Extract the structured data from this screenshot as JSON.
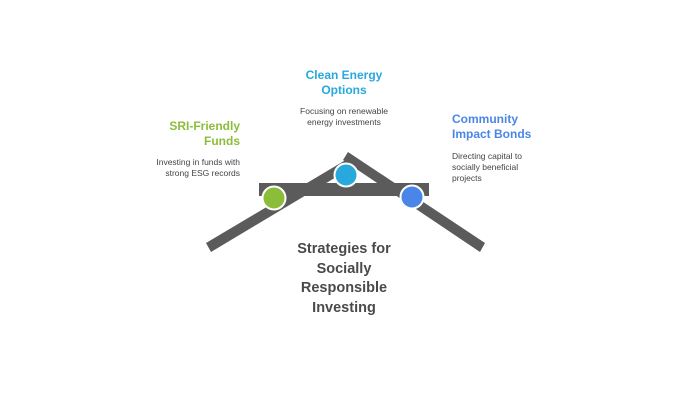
{
  "colors": {
    "beam": "#5b5b5b",
    "sri": "#8cbd3a",
    "clean": "#29a8de",
    "community": "#4a86e8",
    "heading": "#4a4a4a"
  },
  "nodes": {
    "sri": {
      "title": "SRI-Friendly\nFunds",
      "description": "Investing in funds with\nstrong ESG records"
    },
    "clean": {
      "title": "Clean Energy\nOptions",
      "description": "Focusing on renewable\nenergy investments"
    },
    "community": {
      "title": "Community\nImpact Bonds",
      "description": "Directing capital to\nsocially beneficial\nprojects"
    }
  },
  "central_title": "Strategies for\nSocially\nResponsible\nInvesting"
}
